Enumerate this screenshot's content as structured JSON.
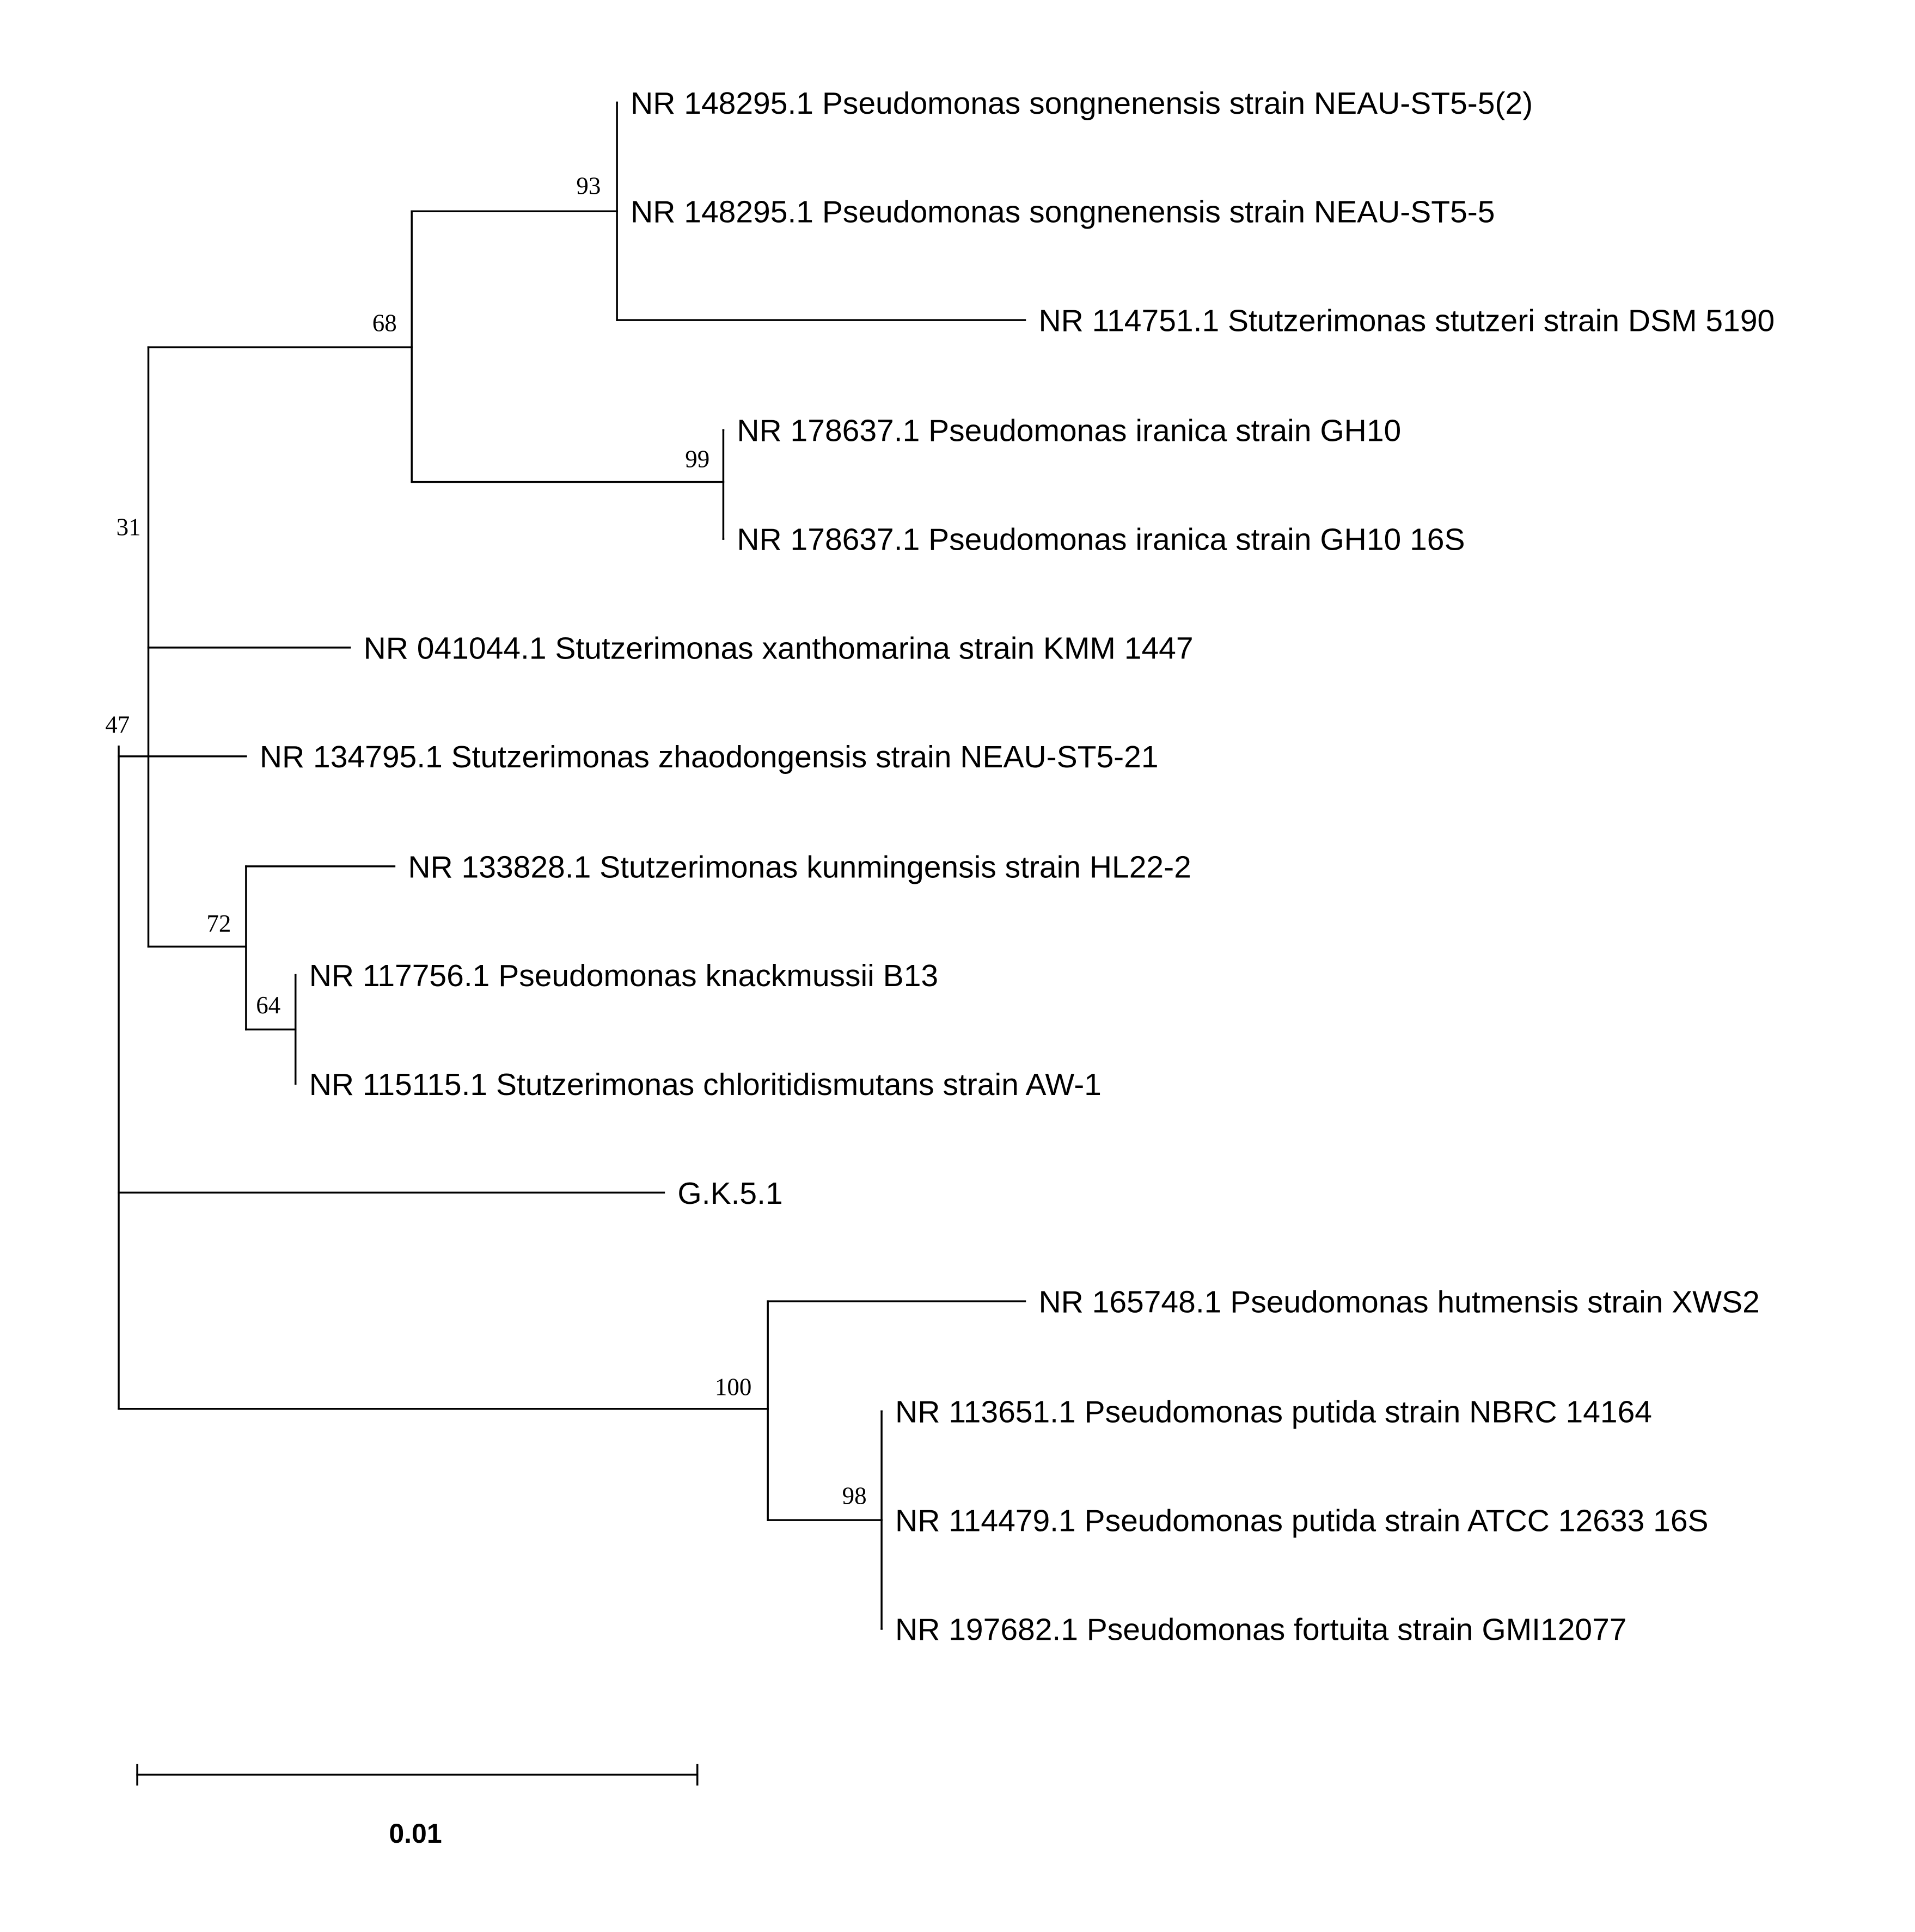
{
  "tree": {
    "taxa": [
      "NR 148295.1 Pseudomonas songnenensis strain NEAU-ST5-5(2)",
      "NR 148295.1 Pseudomonas songnenensis strain NEAU-ST5-5",
      "NR 114751.1 Stutzerimonas stutzeri strain DSM 5190",
      "NR 178637.1 Pseudomonas iranica strain GH10",
      "NR 178637.1 Pseudomonas iranica strain GH10 16S",
      "NR 041044.1 Stutzerimonas xanthomarina strain KMM 1447",
      "NR 134795.1 Stutzerimonas zhaodongensis strain NEAU-ST5-21",
      "NR 133828.1 Stutzerimonas kunmingensis strain HL22-2",
      "NR 117756.1 Pseudomonas knackmussii B13",
      "NR 115115.1 Stutzerimonas chloritidismutans strain AW-1",
      "G.K.5.1",
      "NR 165748.1 Pseudomonas hutmensis strain XWS2",
      "NR 113651.1 Pseudomonas putida strain NBRC 14164",
      "NR 114479.1 Pseudomonas putida strain ATCC 12633 16S",
      "NR 197682.1 Pseudomonas fortuita strain GMI12077"
    ],
    "support_values": {
      "n93": "93",
      "n68": "68",
      "n99": "99",
      "n31": "31",
      "n47": "47",
      "n72": "72",
      "n64": "64",
      "n100": "100",
      "n98": "98"
    },
    "scale_bar_label": "0.01",
    "line_color": "#000000"
  }
}
